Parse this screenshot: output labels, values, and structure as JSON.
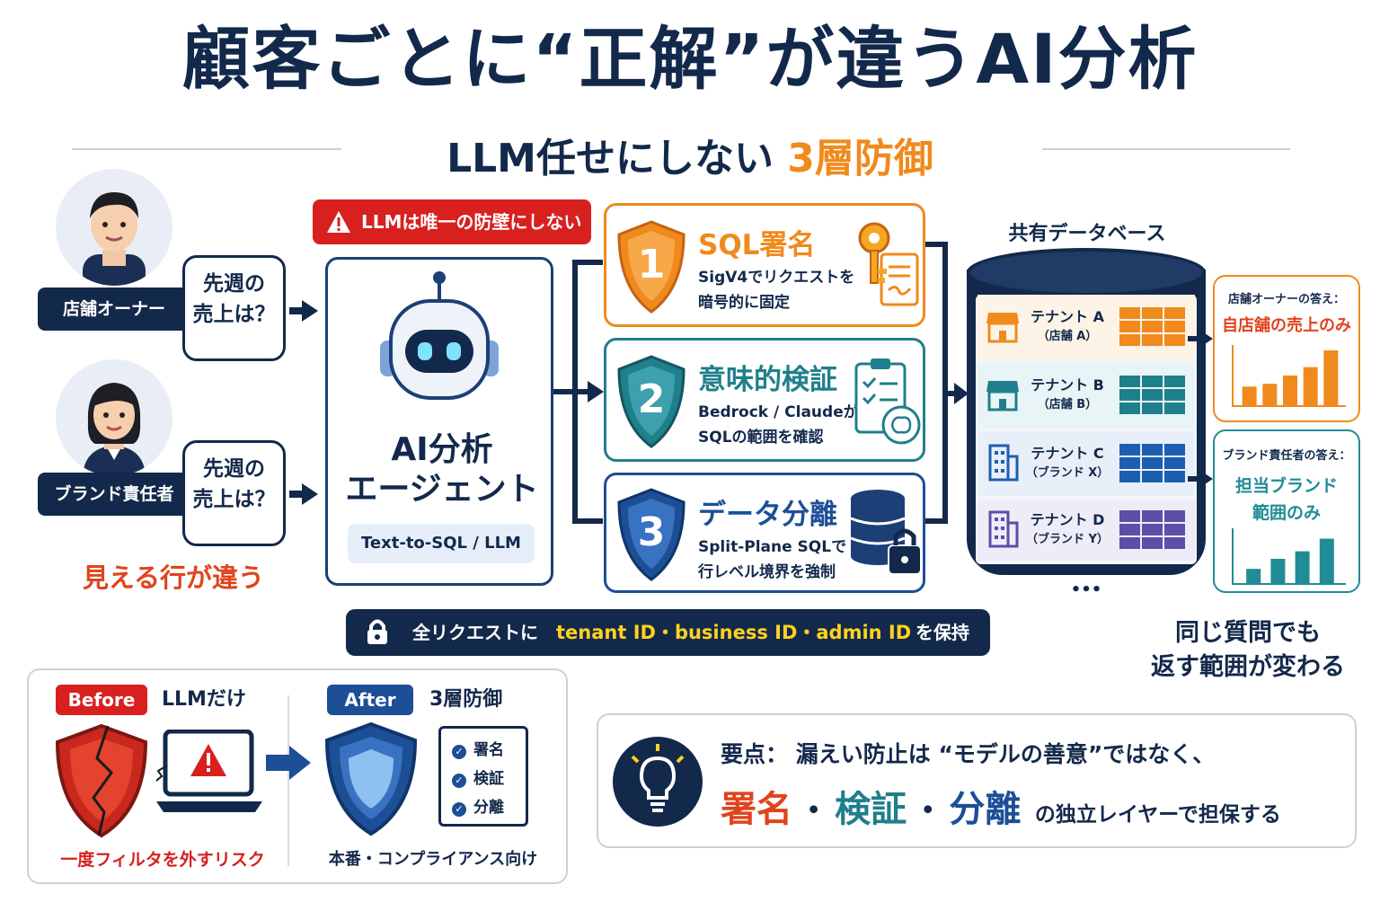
{
  "header": {
    "title": "顧客ごとに“正解”が違うAI分析",
    "subtitle_main": "LLM任せにしない",
    "subtitle_highlight": "3層防御"
  },
  "users": [
    {
      "role": "店舗オーナー",
      "question_line1": "先週の",
      "question_line2": "売上は？"
    },
    {
      "role": "ブランド責任者",
      "question_line1": "先週の",
      "question_line2": "売上は？"
    }
  ],
  "rows_note": "見える行が違う",
  "warning_badge": "LLMは唯一の防壁にしない",
  "agent": {
    "line1": "AI分析",
    "line2": "エージェント",
    "tech": "Text-to-SQL / LLM"
  },
  "layers": [
    {
      "num": "1",
      "title": "SQL署名",
      "desc1": "SigV4でリクエストを",
      "desc2": "暗号的に固定",
      "color": "#f08a1c"
    },
    {
      "num": "2",
      "title": "意味的検証",
      "desc1": "Bedrock / Claudeが",
      "desc2": "SQLの範囲を確認",
      "color": "#1f7f8c"
    },
    {
      "num": "3",
      "title": "データ分離",
      "desc1": "Split-Plane SQLで",
      "desc2": "行レベル境界を強制",
      "color": "#1c4f96"
    }
  ],
  "id_banner": {
    "prefix": "全リクエストに",
    "ids": "tenant ID・business ID・admin ID",
    "suffix": "を保持"
  },
  "database": {
    "title": "共有データベース",
    "dots": "•••",
    "tenants": [
      {
        "name": "テナント A",
        "sub": "（店舗 A）",
        "color": "#f08a1c"
      },
      {
        "name": "テナント B",
        "sub": "（店舗 B）",
        "color": "#1f7f8c"
      },
      {
        "name": "テナント C",
        "sub": "（ブランド X）",
        "color": "#1c5fb0"
      },
      {
        "name": "テナント D",
        "sub": "（ブランド Y）",
        "color": "#5b4fa8"
      }
    ]
  },
  "answers": [
    {
      "label": "店舗オーナーの答え：",
      "value": "自店舗の売上のみ",
      "color": "#f08a1c",
      "bars": [
        0.35,
        0.4,
        0.55,
        0.7,
        1.0
      ]
    },
    {
      "label": "ブランド責任者の答え：",
      "value_line1": "担当ブランド",
      "value_line2": "範囲のみ",
      "color": "#1f8c96",
      "bars": [
        0.3,
        0.5,
        0.65,
        0.9
      ]
    }
  ],
  "same_question": {
    "line1": "同じ質問でも",
    "line2": "返す範囲が変わる"
  },
  "comparison": {
    "before_badge": "Before",
    "before_label": "LLMだけ",
    "before_caption": "一度フィルタを外すリスク",
    "after_badge": "After",
    "after_label": "3層防御",
    "after_items": [
      "署名",
      "検証",
      "分離"
    ],
    "after_caption": "本番・コンプライアンス向け"
  },
  "key_point": {
    "prefix": "要点：",
    "line1": "漏えい防止は “モデルの善意”ではなく、",
    "word1": "署名",
    "sep": "・",
    "word2": "検証",
    "word3": "分離",
    "tail": "の独立レイヤーで担保する"
  }
}
